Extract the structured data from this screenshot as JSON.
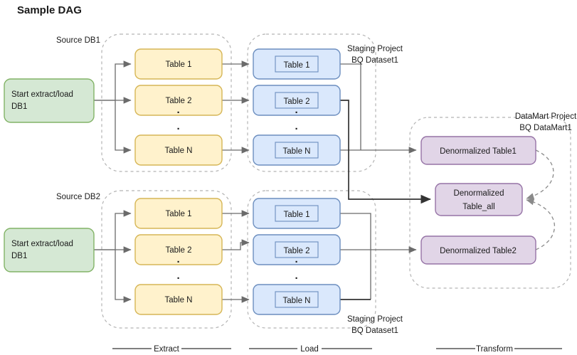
{
  "title": "Sample DAG",
  "colors": {
    "green_fill": "#d5e8d4",
    "green_stroke": "#82b366",
    "yellow_fill": "#fff2cc",
    "yellow_stroke": "#d6b656",
    "blue_fill": "#dae8fc",
    "blue_stroke": "#6c8ebf",
    "purple_fill": "#e1d5e7",
    "purple_stroke": "#9673a6",
    "edge": "#6b6b6b",
    "dark_edge": "#333333",
    "container": "#b3b3b3"
  },
  "groups": {
    "source_db1_label": "Source DB1",
    "source_db2_label": "Source DB2",
    "staging_top_label_line1": "Staging Project",
    "staging_top_label_line2": "BQ Dataset1",
    "staging_bottom_label_line1": "Staging Project",
    "staging_bottom_label_line2": "BQ Dataset1",
    "datamart_label_line1": "DataMart Project",
    "datamart_label_line2": "BQ DataMart1"
  },
  "start_nodes": [
    {
      "line1": "Start extract/load",
      "line2": "DB1"
    },
    {
      "line1": "Start extract/load",
      "line2": "DB1"
    }
  ],
  "extract_top": [
    "Table 1",
    "Table 2",
    "Table N"
  ],
  "extract_bottom": [
    "Table 1",
    "Table 2",
    "Table N"
  ],
  "load_top": [
    "Table 1",
    "Table 2",
    "Table N"
  ],
  "load_bottom": [
    "Table 1",
    "Table 2",
    "Table N"
  ],
  "transform": [
    {
      "line1": "Denormalized Table1",
      "line2": ""
    },
    {
      "line1": "Denormalized",
      "line2": "Table_all"
    },
    {
      "line1": "Denormalized Table2",
      "line2": ""
    }
  ],
  "ellipsis": "·",
  "phases": [
    "Extract",
    "Load",
    "Transform"
  ]
}
